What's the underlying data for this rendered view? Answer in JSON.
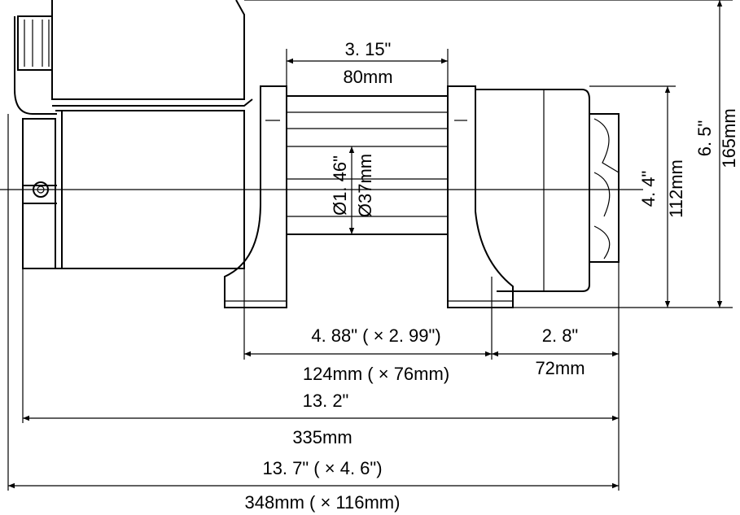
{
  "drum_length": {
    "inch": "3. 15\"",
    "mm": "80mm"
  },
  "drum_diameter": {
    "inch": "Ø1. 46\"",
    "mm": "Ø37mm"
  },
  "mount_height": {
    "inch": "4. 4\"",
    "mm": "112mm"
  },
  "overall_height": {
    "inch": "6. 5\"",
    "mm": "165mm"
  },
  "mount_bolt_spacing": {
    "inch": "4. 88\" ( × 2. 99\")",
    "mm": "124mm ( × 76mm)"
  },
  "gearbox_length": {
    "inch": "2. 8\"",
    "mm": "72mm"
  },
  "body_length": {
    "inch": "13. 2\"",
    "mm": "335mm"
  },
  "overall_length": {
    "inch": "13. 7\" ( × 4. 6\")",
    "mm": "348mm ( × 116mm)"
  }
}
